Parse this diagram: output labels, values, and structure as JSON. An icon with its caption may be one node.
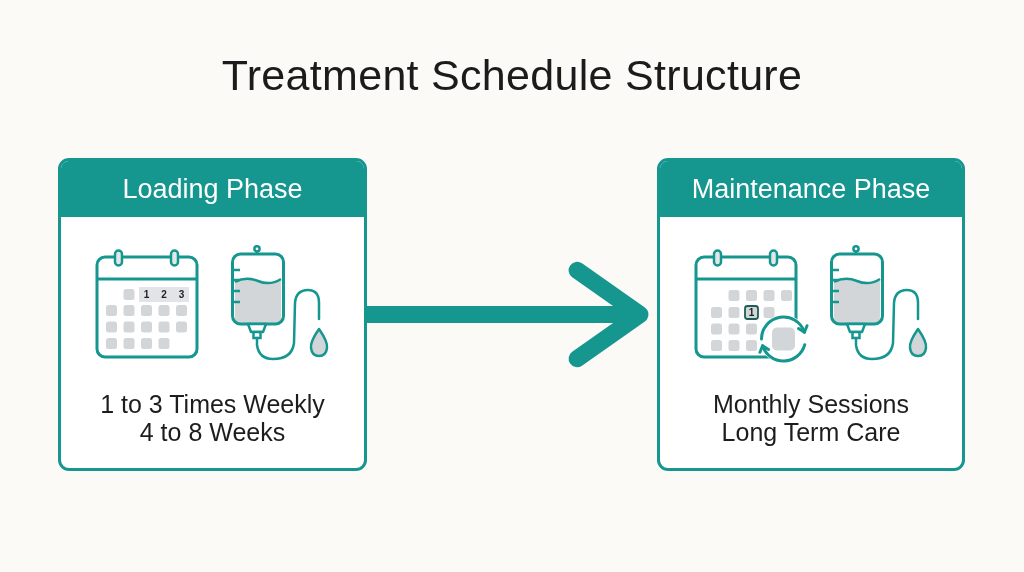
{
  "diagram": {
    "title": "Treatment Schedule Structure",
    "nodes": [
      {
        "text": [
          "Loading Phase",
          "1 to 3 Times Weekly",
          "4 to 8 Weeks"
        ]
      },
      {
        "text": [
          "Maintenance Phase",
          "Monthly Sessions",
          "Long Term Care"
        ]
      }
    ],
    "edges": [
      {
        "from": 0,
        "to": 1,
        "arrow": "to"
      }
    ],
    "labels": [
      "1",
      "2",
      "3",
      "1"
    ]
  }
}
